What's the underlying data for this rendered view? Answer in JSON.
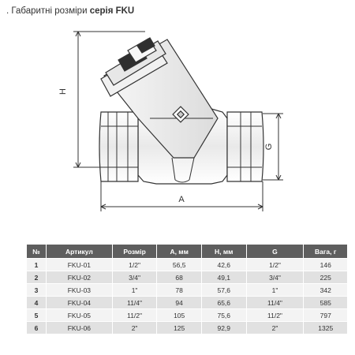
{
  "title": {
    "prefix": ". Габаритні розміри ",
    "series": "серія FKU"
  },
  "drawing": {
    "dim_h": "H",
    "dim_g": "G",
    "dim_a": "A"
  },
  "table": {
    "headers": [
      "№",
      "Артикул",
      "Розмір",
      "A, мм",
      "H, мм",
      "G",
      "Вага, г"
    ],
    "rows": [
      [
        "1",
        "FKU-01",
        "1/2\"",
        "56,5",
        "42,6",
        "1/2\"",
        "146"
      ],
      [
        "2",
        "FKU-02",
        "3/4\"",
        "68",
        "49,1",
        "3/4\"",
        "225"
      ],
      [
        "3",
        "FKU-03",
        "1\"",
        "78",
        "57,6",
        "1\"",
        "342"
      ],
      [
        "4",
        "FKU-04",
        "11/4\"",
        "94",
        "65,6",
        "11/4\"",
        "585"
      ],
      [
        "5",
        "FKU-05",
        "11/2\"",
        "105",
        "75,6",
        "11/2\"",
        "797"
      ],
      [
        "6",
        "FKU-06",
        "2\"",
        "125",
        "92,9",
        "2\"",
        "1325"
      ]
    ]
  },
  "colors": {
    "header_bg": "#5e5e5e",
    "row_light": "#f3f3f3",
    "row_dark": "#e1e1e1",
    "line": "#333333"
  }
}
